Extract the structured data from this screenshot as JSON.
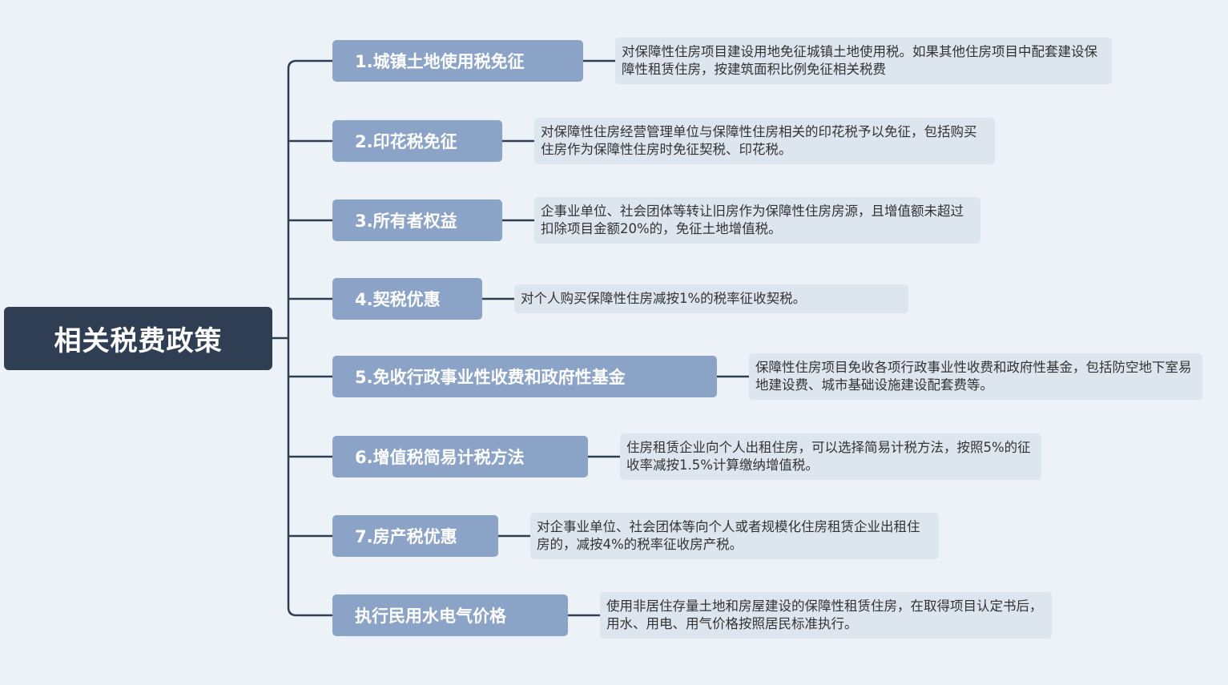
{
  "root": {
    "label": "相关税费政策"
  },
  "branches": [
    {
      "label": "1.城镇土地使用税免征",
      "desc": "对保障性住房项目建设用地免征城镇土地使用税。如果其他住房项目中配套建设保障性租赁住房，按建筑面积比例免征相关税费"
    },
    {
      "label": "2.印花税免征",
      "desc": "对保障性住房经营管理单位与保障性住房相关的印花税予以免征，包括购买住房作为保障性住房时免征契税、印花税。"
    },
    {
      "label": "3.所有者权益",
      "desc": "企事业单位、社会团体等转让旧房作为保障性住房房源，且增值额未超过扣除项目金额20%的，免征土地增值税。"
    },
    {
      "label": "4.契税优惠",
      "desc": "对个人购买保障性住房减按1%的税率征收契税。"
    },
    {
      "label": "5.免收行政事业性收费和政府性基金",
      "desc": "保障性住房项目免收各项行政事业性收费和政府性基金，包括防空地下室易地建设费、城市基础设施建设配套费等。"
    },
    {
      "label": "6.增值税简易计税方法",
      "desc": "住房租赁企业向个人出租住房，可以选择简易计税方法，按照5%的征收率减按1.5%计算缴纳增值税。"
    },
    {
      "label": "7.房产税优惠",
      "desc": "对企事业单位、社会团体等向个人或者规模化住房租赁企业出租住房的，减按4%的税率征收房产税。"
    },
    {
      "label": "执行民用水电气价格",
      "desc": "使用非居住存量土地和房屋建设的保障性租赁住房，在取得项目认定书后，用水、用电、用气价格按照居民标准执行。"
    }
  ],
  "colors": {
    "background": "#edf2f9",
    "root": "#2f3e52",
    "branch": "#8ba3c7",
    "desc": "#dde5ef",
    "line": "#2f3e52"
  }
}
